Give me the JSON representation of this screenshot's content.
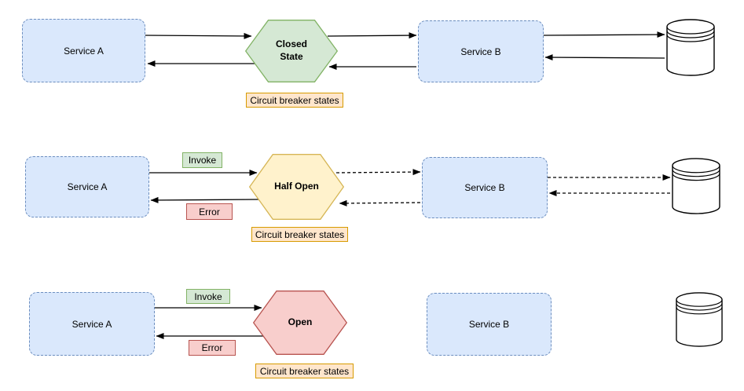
{
  "diagram": {
    "background": "#ffffff",
    "rows": [
      {
        "id": "closed-state",
        "service_a": "Service A",
        "state": "Closed\nState",
        "caption": "Circuit breaker states",
        "service_b": "Service B"
      },
      {
        "id": "half-open-state",
        "service_a": "Service A",
        "invoke": "Invoke",
        "error": "Error",
        "state": "Half Open",
        "caption": "Circuit breaker states",
        "service_b": "Service B"
      },
      {
        "id": "open-state",
        "service_a": "Service A",
        "invoke": "Invoke",
        "error": "Error",
        "state": "Open",
        "caption": "Circuit breaker states",
        "service_b": "Service B"
      }
    ],
    "icons": {
      "database": "database-cylinder",
      "state_shape": "hexagon"
    },
    "colors": {
      "service_fill": "#dae8fc",
      "service_stroke": "#6c8ebf",
      "closed_fill": "#d5e8d4",
      "closed_stroke": "#82b366",
      "half_open_fill": "#fff2cc",
      "half_open_stroke": "#d6b656",
      "open_fill": "#f8cecc",
      "open_stroke": "#b85450",
      "caption_fill": "#ffe6cc",
      "caption_stroke": "#d79b00",
      "invoke_fill": "#d5e8d4",
      "invoke_stroke": "#82b366",
      "error_fill": "#f8cecc",
      "error_stroke": "#b85450",
      "db_fill": "#ffffff",
      "db_stroke": "#000000",
      "arrow_stroke": "#000000",
      "text": "#000000"
    }
  }
}
